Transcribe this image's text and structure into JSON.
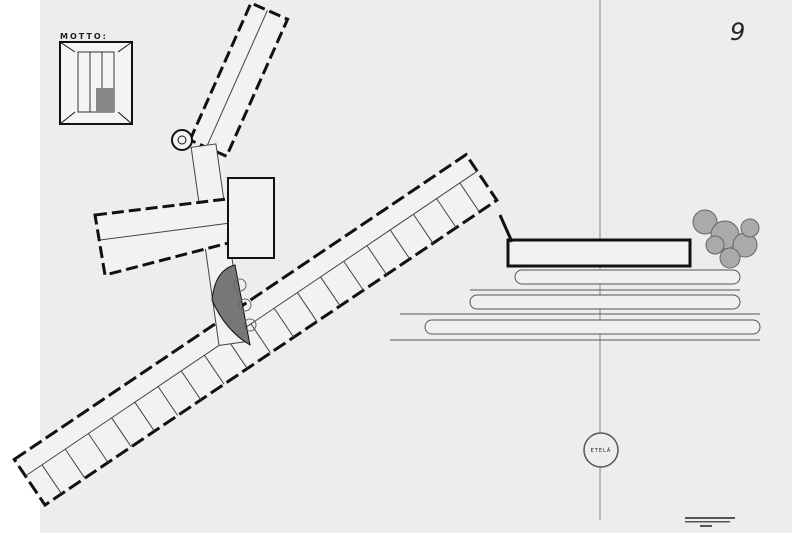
{
  "sheet": {
    "sheet_number": "9",
    "motto_label": "MOTTO:",
    "compass_label": "ETELÄ"
  },
  "colors": {
    "paper": "#ededed",
    "ink": "#1a1a1a",
    "line": "#777777"
  }
}
